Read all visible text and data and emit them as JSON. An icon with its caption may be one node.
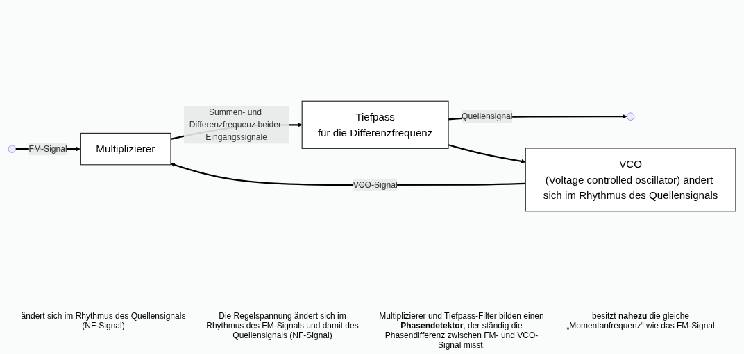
{
  "diagram": {
    "nodes": [
      {
        "text": [
          "Multiplizierer"
        ]
      },
      {
        "text": [
          "Tiefpass",
          "für die Differenzfrequenz"
        ]
      },
      {
        "text": [
          "VCO",
          "(Voltage controlled oscillator) ändert sich im Rhythmus des Quellensignals"
        ]
      }
    ],
    "edges": [
      {
        "from": null,
        "to": 0,
        "arrow": "to",
        "label": "FM-Signal"
      },
      {
        "from": 0,
        "to": 1,
        "arrow": "to",
        "label": "Summen- und Differenzfrequenz beider Eingangssignale"
      },
      {
        "from": 1,
        "to": null,
        "arrow": "to",
        "label": "Quellensignal"
      },
      {
        "from": 1,
        "to": 2,
        "arrow": "to"
      },
      {
        "from": 2,
        "to": 0,
        "arrow": "to",
        "label": "VCO-Signal"
      }
    ],
    "labels": [
      "ändert sich im Rhythmus des Quellensignals (NF-Signal)",
      "Die Regelspannung ändert sich im Rhythmus des FM-Signals und damit des Quellensignals (NF-Signal)",
      "Multiplizierer und Tiefpass-Filter bilden einen **Phasendetektor**, der ständig die Phasendifferenz zwischen FM- und VCO-Signal misst.",
      "besitzt **nahezu** die gleiche „Momentanfrequenz“ wie das FM-Signal"
    ]
  }
}
